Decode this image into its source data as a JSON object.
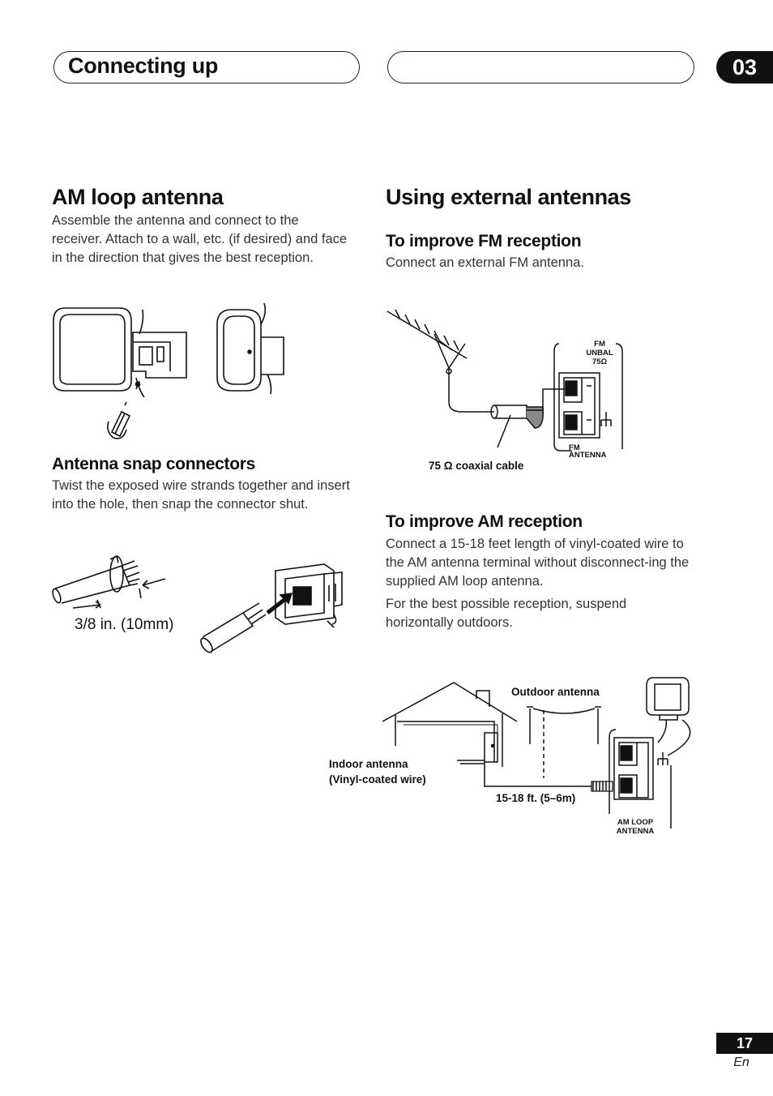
{
  "header": {
    "title": "Connecting up",
    "chapter": "03"
  },
  "left": {
    "am_loop": {
      "heading": "AM loop antenna",
      "body": "Assemble the antenna and connect to the receiver. Attach to a wall, etc. (if desired) and face in the direction that gives the best reception."
    },
    "snap": {
      "heading": "Antenna snap connectors",
      "body": "Twist the exposed wire strands together and insert into the hole, then snap the connector shut.",
      "measure_label": "3/8 in. (10mm)"
    }
  },
  "right": {
    "heading": "Using external antennas",
    "fm": {
      "heading": "To improve FM reception",
      "body": "Connect an external FM antenna.",
      "terminal_top_1": "FM",
      "terminal_top_2": "UNBAL",
      "terminal_top_3": "75Ω",
      "terminal_bottom_1": "FM",
      "terminal_bottom_2": "ANTENNA",
      "cable_label": "75 Ω coaxial cable"
    },
    "am": {
      "heading": "To improve AM reception",
      "body1": "Connect a 15-18 feet length of vinyl-coated wire to the AM antenna terminal without disconnect-ing the supplied AM loop antenna.",
      "body2": "For the best possible reception, suspend horizontally outdoors.",
      "outdoor_label": "Outdoor antenna",
      "indoor_label_1": "Indoor antenna",
      "indoor_label_2": "(Vinyl-coated wire)",
      "length_label": "15-18 ft. (5–6m)",
      "terminal_label_1": "AM LOOP",
      "terminal_label_2": "ANTENNA"
    }
  },
  "footer": {
    "page": "17",
    "lang": "En"
  }
}
